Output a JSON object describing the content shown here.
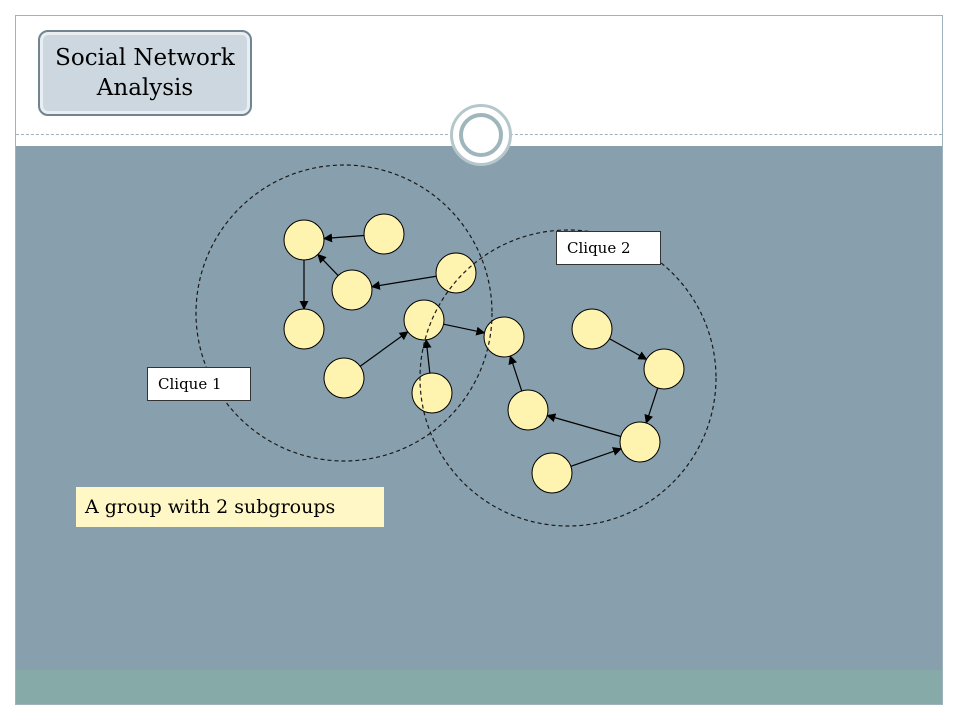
{
  "slide": {
    "title": "Social Network\nAnalysis",
    "caption": "A group with 2 subgroups"
  },
  "cliques": [
    {
      "label": "Clique 1"
    },
    {
      "label": "Clique 2"
    }
  ],
  "colors": {
    "panel": "#88a0ad",
    "footer": "#85aaa8",
    "node_fill": "#fff3b0",
    "caption_fill": "#fff8c6"
  },
  "diagram": {
    "nodes": [
      "n1",
      "n2",
      "n3",
      "n4",
      "n5",
      "n6",
      "n7",
      "n8",
      "n9",
      "n10",
      "n11",
      "n12",
      "n13",
      "n14",
      "n15"
    ],
    "edges": [
      {
        "from": "n2",
        "to": "n1"
      },
      {
        "from": "n1",
        "to": "n5"
      },
      {
        "from": "n3",
        "to": "n1"
      },
      {
        "from": "n4",
        "to": "n3"
      },
      {
        "from": "n6",
        "to": "n7"
      },
      {
        "from": "n8",
        "to": "n7"
      },
      {
        "from": "n7",
        "to": "n9"
      },
      {
        "from": "n12",
        "to": "n9"
      },
      {
        "from": "n10",
        "to": "n11"
      },
      {
        "from": "n11",
        "to": "n13"
      },
      {
        "from": "n13",
        "to": "n12"
      },
      {
        "from": "n14",
        "to": "n13"
      }
    ]
  }
}
